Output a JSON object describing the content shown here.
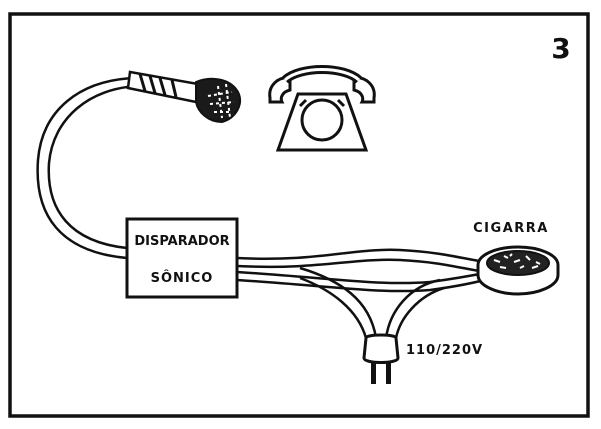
{
  "figure": {
    "number": "3",
    "device_label_line1": "DISPARADOR",
    "device_label_line2": "SÔNICO",
    "buzzer_label": "CIGARRA",
    "plug_label": "110/220V"
  },
  "icons": {
    "microphone": "microphone-icon",
    "telephone": "telephone-icon",
    "buzzer": "buzzer-icon",
    "plug": "power-plug-icon"
  },
  "colors": {
    "ink": "#111111",
    "paper": "#ffffff"
  }
}
